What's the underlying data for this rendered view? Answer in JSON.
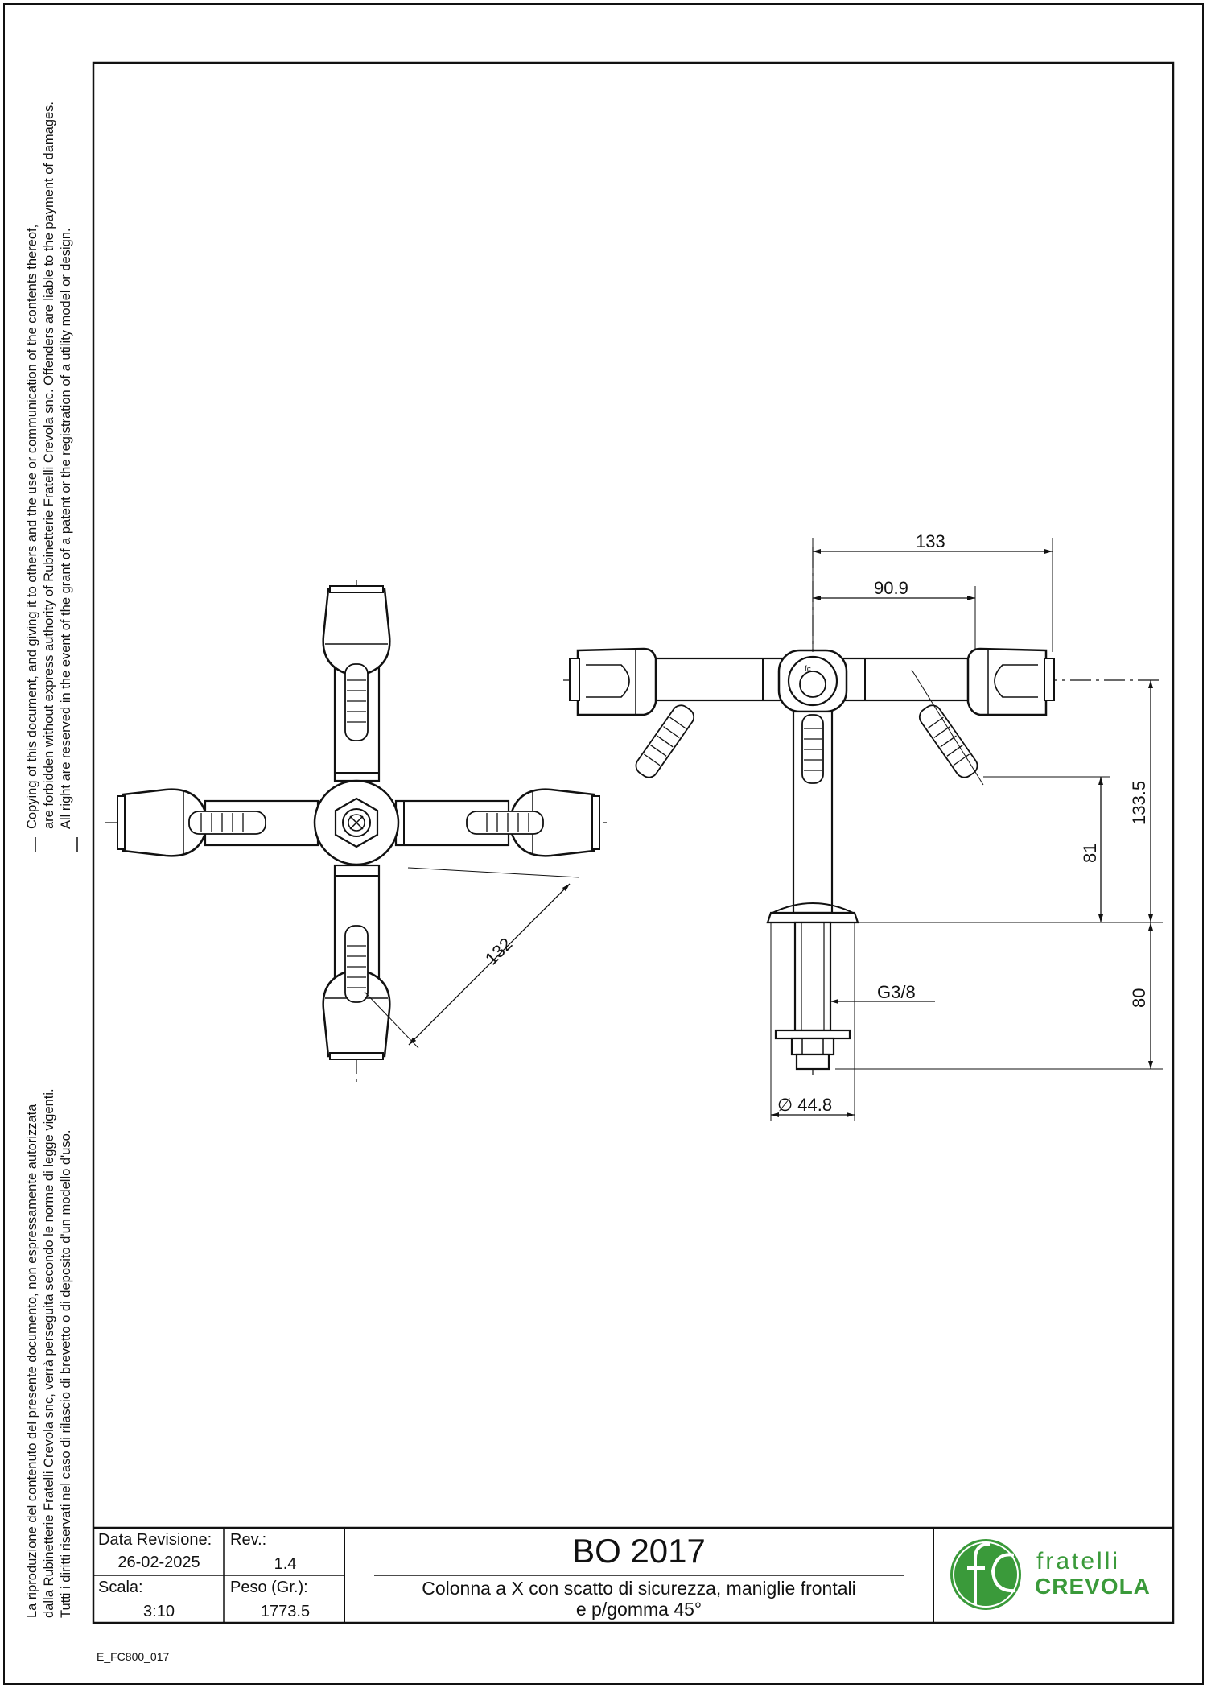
{
  "legal_notice": {
    "english": [
      "Copying of this document, and giving it to others and the use or communication of the contents thereof,",
      "are forbidden without express authority of Rubinetterie Fratelli Crevola snc. Offenders are liable to the payment of damages.",
      "All right are reserved in the event of the grant of a patent or the registration of a utility model or design."
    ],
    "italian": [
      "La riproduzione del contenuto del presente documento, non espressamente autorizzata",
      "dalla Rubinetterie Fratelli Crevola snc, verrà perseguita secondo le norme di legge vigenti.",
      "Tutti i diritti riservati nel caso di rilascio di brevetto o di deposito d'un modello d'uso."
    ]
  },
  "dimensions": {
    "d133": "133",
    "d90_9": "90.9",
    "d133_5": "133.5",
    "d81": "81",
    "d80": "80",
    "d132": "132",
    "thread": "G3/8",
    "diameter": "∅ 44.8"
  },
  "title_block": {
    "data_revisione_label": "Data Revisione:",
    "data_revisione_value": "26-02-2025",
    "rev_label": "Rev.:",
    "rev_value": "1.4",
    "scala_label": "Scala:",
    "scala_value": "3:10",
    "peso_label": "Peso (Gr.):",
    "peso_value": "1773.5",
    "product_code": "BO 2017",
    "description_line1": "Colonna a X con scatto di sicurezza, maniglie frontali",
    "description_line2": "e p/gomma 45°",
    "logo_word1": "fratelli",
    "logo_word2": "CREVOLA",
    "logo_mark": "fc",
    "logo_color": "#3a9a3a"
  },
  "drawing_code": "E_FC800_017"
}
